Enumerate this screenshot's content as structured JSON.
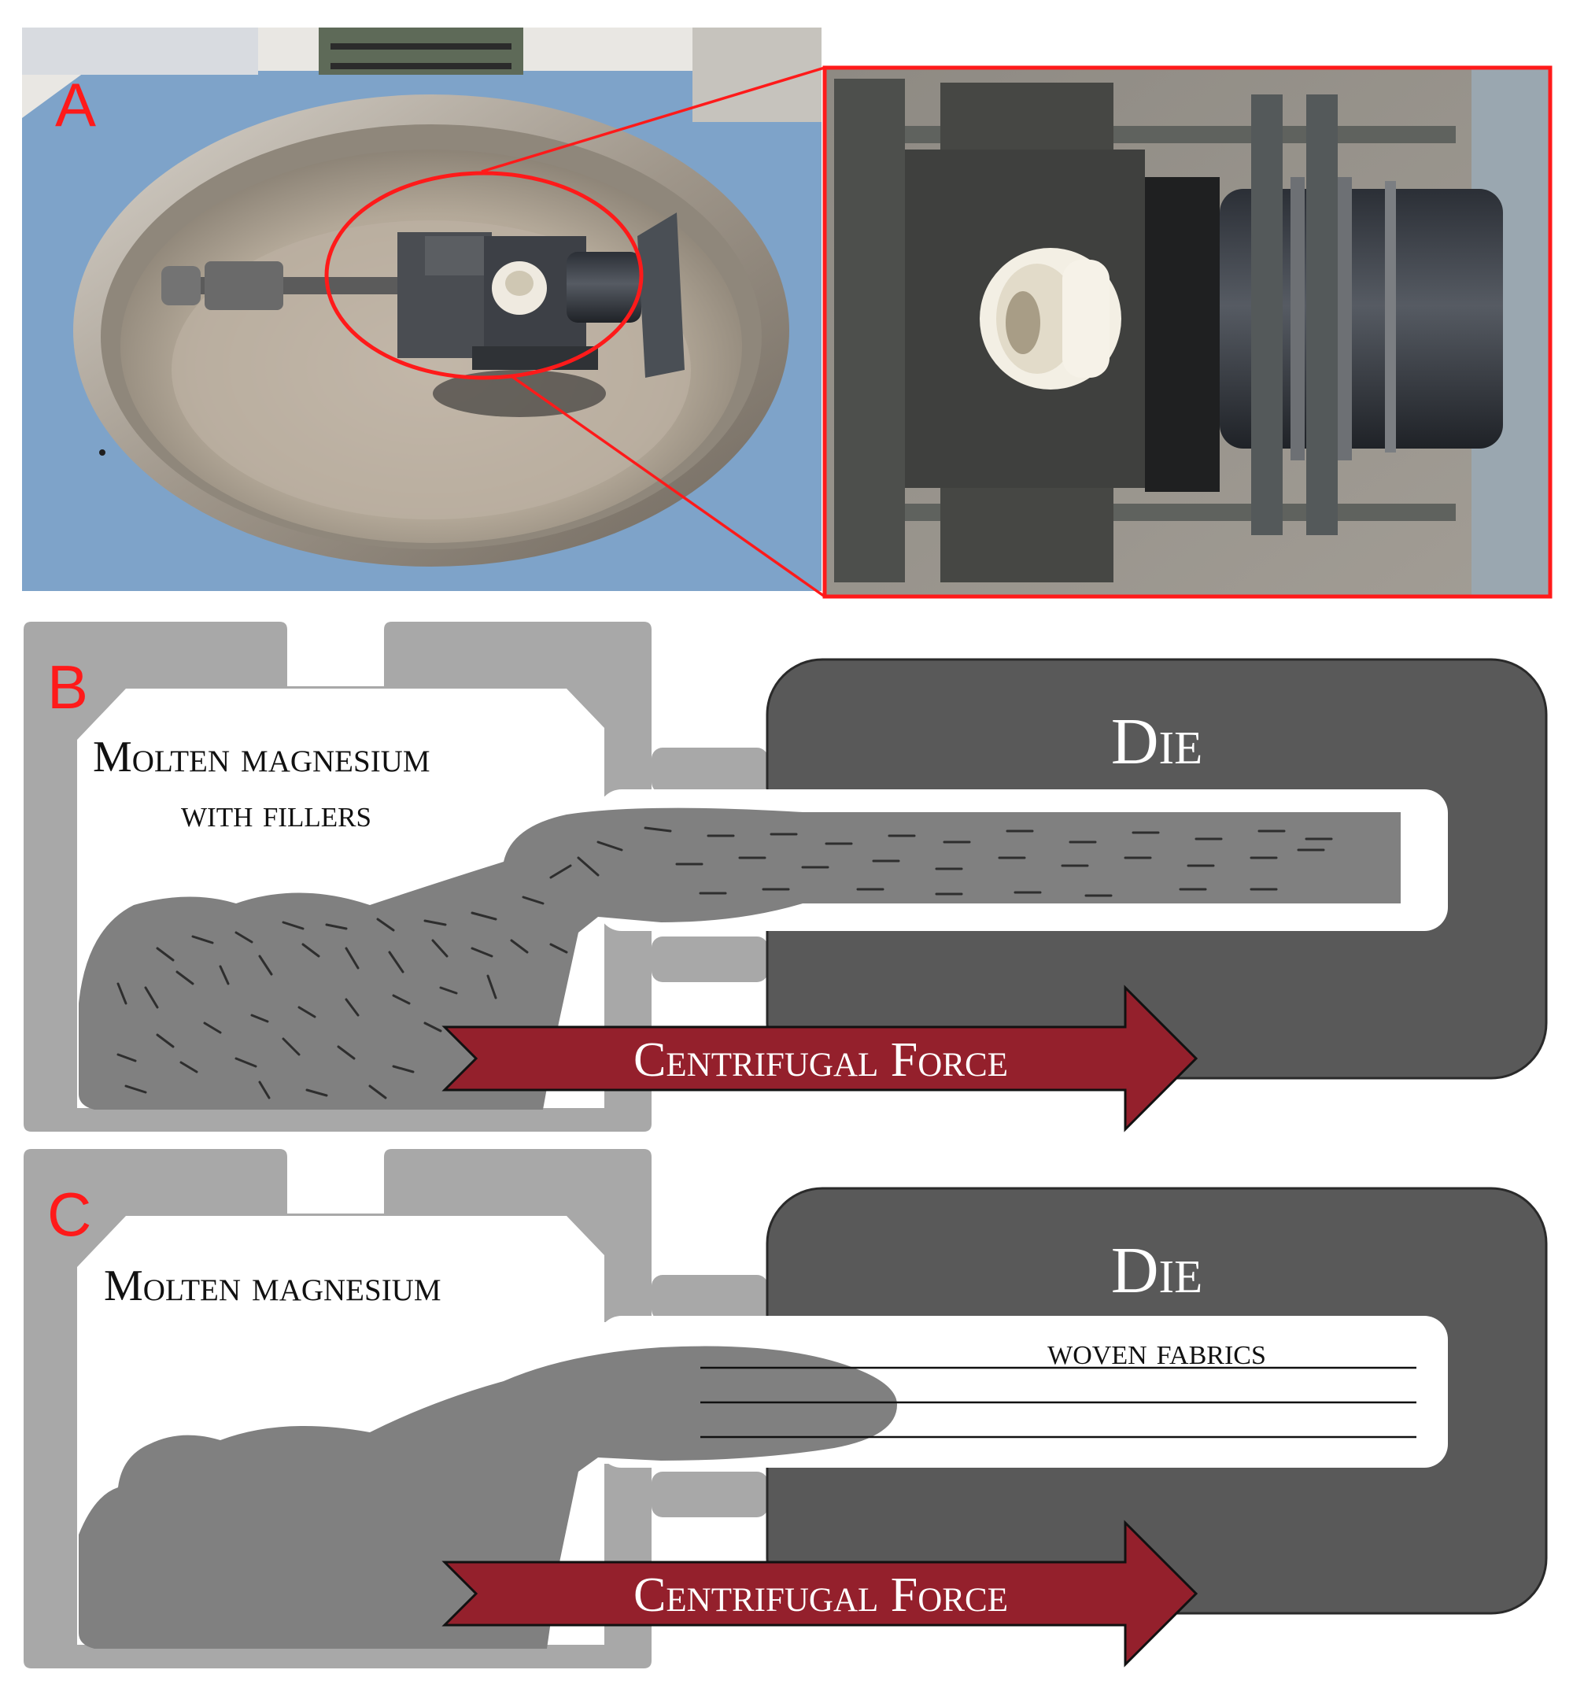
{
  "panels": {
    "a": {
      "letter": "A"
    },
    "b": {
      "letter": "B",
      "caption_line1": "Molten magnesium",
      "caption_line2": "with fillers",
      "die_label": "Die",
      "arrow_label": "Centrifugal Force"
    },
    "c": {
      "letter": "C",
      "caption": "Molten magnesium",
      "die_label": "Die",
      "fabric_label": "woven fabrics",
      "arrow_label": "Centrifugal Force"
    }
  },
  "colors": {
    "mould_light": "#a8a8a8",
    "melt": "#808080",
    "die": "#595959",
    "arrow": "#94202c",
    "highlight": "#ff1a1a",
    "machine_blue": "#7ea3c9"
  }
}
